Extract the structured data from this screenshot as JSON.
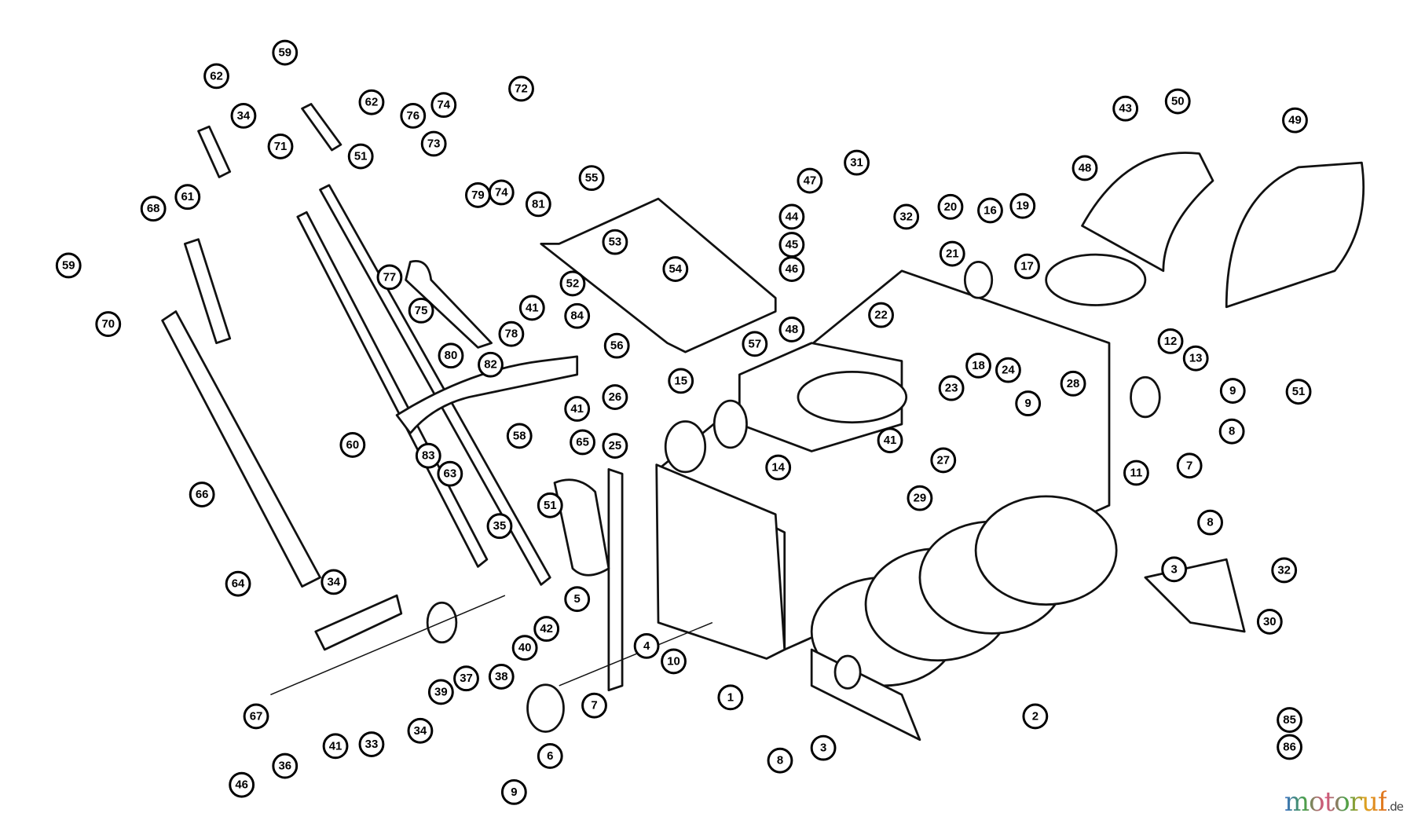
{
  "diagram": {
    "type": "exploded-parts-diagram",
    "callouts": [
      "62",
      "59",
      "62",
      "34",
      "71",
      "51",
      "76",
      "74",
      "72",
      "73",
      "79",
      "74",
      "81",
      "68",
      "61",
      "59",
      "70",
      "77",
      "75",
      "80",
      "82",
      "78",
      "41",
      "52",
      "55",
      "53",
      "54",
      "57",
      "84",
      "56",
      "15",
      "41",
      "26",
      "60",
      "83",
      "58",
      "65",
      "25",
      "14",
      "63",
      "35",
      "51",
      "66",
      "64",
      "34",
      "42",
      "40",
      "38",
      "37",
      "39",
      "5",
      "4",
      "10",
      "7",
      "6",
      "9",
      "67",
      "46",
      "36",
      "41",
      "33",
      "34",
      "1",
      "8",
      "3",
      "2",
      "31",
      "47",
      "44",
      "45",
      "46",
      "48",
      "32",
      "20",
      "21",
      "22",
      "23",
      "18",
      "41",
      "24",
      "9",
      "28",
      "27",
      "29",
      "16",
      "19",
      "17",
      "12",
      "13",
      "9",
      "8",
      "7",
      "11",
      "8",
      "3",
      "32",
      "30",
      "48",
      "43",
      "50",
      "49",
      "51",
      "85",
      "86"
    ]
  },
  "watermark": {
    "name": "motoruf",
    "suffix": ".de"
  }
}
